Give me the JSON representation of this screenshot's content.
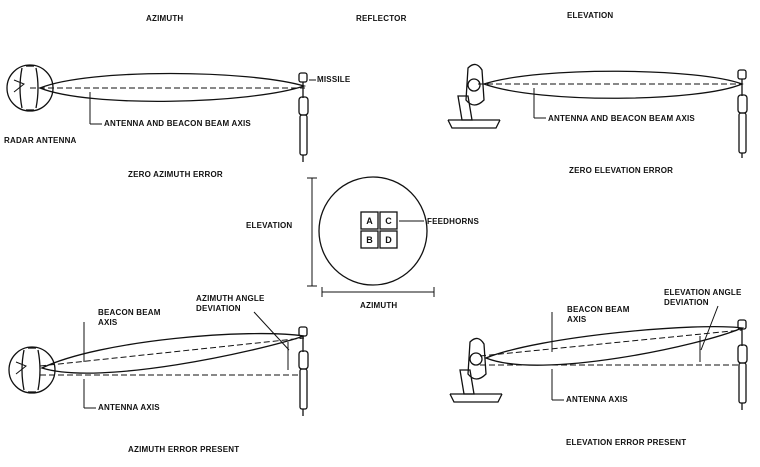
{
  "titles": {
    "azimuth": "AZIMUTH",
    "reflector": "REFLECTOR",
    "elevation": "ELEVATION"
  },
  "labels": {
    "missile": "MISSILE",
    "radar_antenna": "RADAR ANTENNA",
    "antenna_beacon_axis_left": "ANTENNA AND BEACON BEAM AXIS",
    "antenna_beacon_axis_right": "ANTENNA AND BEACON BEAM AXIS",
    "zero_azimuth_error": "ZERO AZIMUTH ERROR",
    "zero_elevation_error": "ZERO ELEVATION ERROR",
    "feedhorns": "FEEDHORNS",
    "reflector_elevation": "ELEVATION",
    "reflector_azimuth": "AZIMUTH",
    "beacon_beam_axis_left": "BEACON BEAM\nAXIS",
    "azimuth_angle_deviation": "AZIMUTH ANGLE\nDEVIATION",
    "antenna_axis_left": "ANTENNA AXIS",
    "azimuth_error_present": "AZIMUTH ERROR PRESENT",
    "beacon_beam_axis_right": "BEACON BEAM\nAXIS",
    "elevation_angle_deviation": "ELEVATION ANGLE\nDEVIATION",
    "antenna_axis_right": "ANTENNA AXIS",
    "elevation_error_present": "ELEVATION ERROR PRESENT"
  },
  "feedhorn_cells": [
    "A",
    "C",
    "B",
    "D"
  ]
}
